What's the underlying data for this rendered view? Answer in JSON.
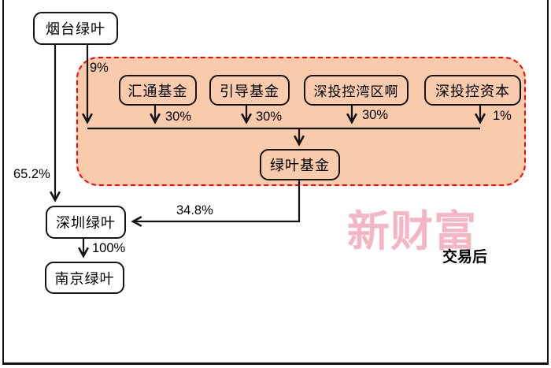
{
  "diagram": {
    "caption": "交易后",
    "watermark": "新财富",
    "colors": {
      "container_fill": "#F8CBAD",
      "container_border": "#FF0000",
      "watermark_pink": "#F4B6C2",
      "line_color": "#141414"
    },
    "nodes": {
      "yantai": {
        "label": "烟台绿叶"
      },
      "huitong": {
        "label": "汇通基金"
      },
      "yindao": {
        "label": "引导基金"
      },
      "wanqu": {
        "label": "深投控湾区啊"
      },
      "ziben": {
        "label": "深投控资本"
      },
      "lvye_fund": {
        "label": "绿叶基金"
      },
      "shenzhen": {
        "label": "深圳绿叶"
      },
      "nanjing": {
        "label": "南京绿叶"
      }
    },
    "edge_labels": {
      "yantai_to_shenzhen": "65.2%",
      "yantai_to_collector": "9%",
      "huitong_pct": "30%",
      "yindao_pct": "30%",
      "wanqu_pct": "30%",
      "ziben_pct": "1%",
      "fund_to_shenzhen": "34.8%",
      "shenzhen_to_nanjing": "100%"
    }
  }
}
